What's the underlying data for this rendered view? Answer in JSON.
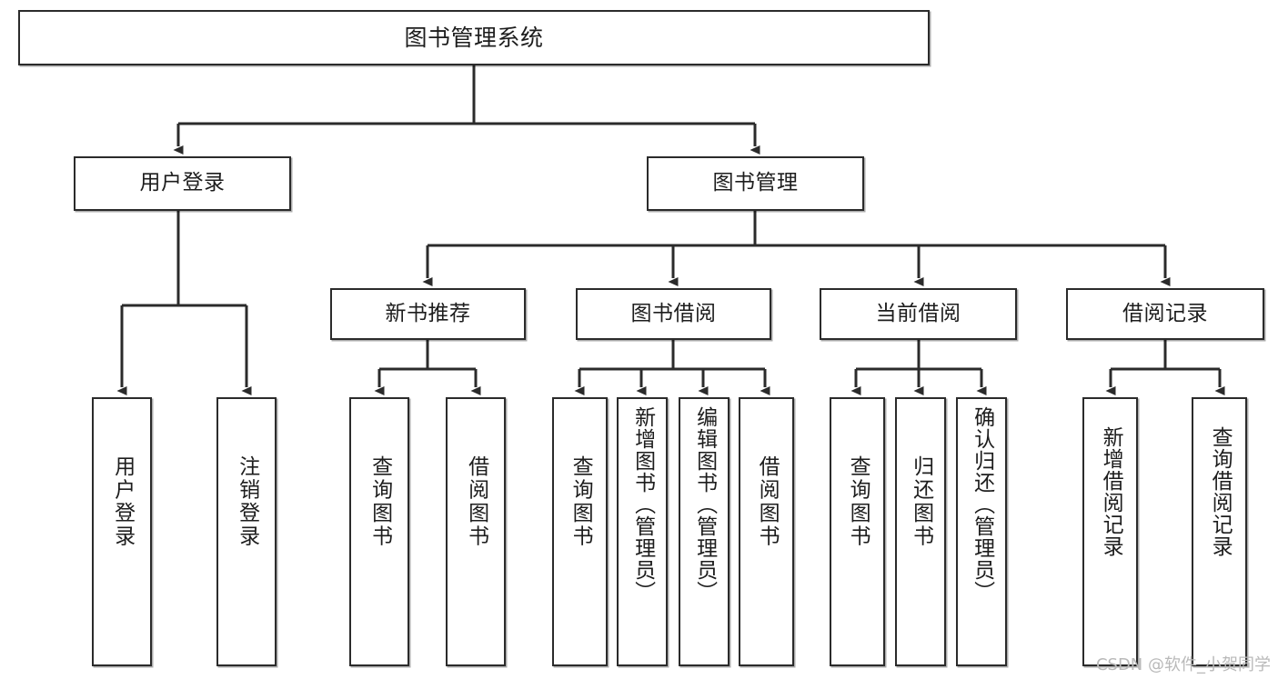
{
  "diagram": {
    "title": "图书管理系统",
    "watermark": "CSDN @软件_小贺同学",
    "line_color": "#2b2b2b",
    "box_fill": "#ffffff",
    "text_color": "#1d1d1d",
    "root": {
      "label": "图书管理系统"
    },
    "level2": [
      {
        "label": "用户登录"
      },
      {
        "label": "图书管理"
      }
    ],
    "level3": [
      {
        "label": "新书推荐"
      },
      {
        "label": "图书借阅"
      },
      {
        "label": "当前借阅"
      },
      {
        "label": "借阅记录"
      }
    ],
    "leaves": {
      "user_login": [
        {
          "label": "用户登录"
        },
        {
          "label": "注销登录"
        }
      ],
      "new_book_recommend": [
        {
          "label": "查询图书"
        },
        {
          "label": "借阅图书"
        }
      ],
      "book_borrow": [
        {
          "label": "查询图书"
        },
        {
          "label": "新增图书（管理员）"
        },
        {
          "label": "编辑图书（管理员）"
        },
        {
          "label": "借阅图书"
        }
      ],
      "current_borrow": [
        {
          "label": "查询图书"
        },
        {
          "label": "归还图书"
        },
        {
          "label": "确认归还（管理员）"
        }
      ],
      "borrow_record": [
        {
          "label": "新增借阅记录"
        },
        {
          "label": "查询借阅记录"
        }
      ]
    }
  }
}
